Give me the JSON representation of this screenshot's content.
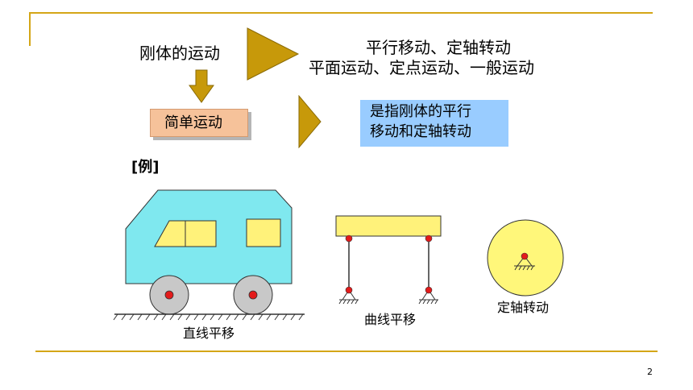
{
  "concept": {
    "rigid_body_motion": "刚体的运动",
    "simple_motion": "简单运动",
    "motions_line1": "平行移动、定轴转动",
    "motions_line2": "平面运动、定点运动、一般运动",
    "definition_line1": "是指刚体的平行",
    "definition_line2": "移动和定轴转动"
  },
  "example_label": "[例]",
  "figures": {
    "car_caption": "直线平移",
    "four_bar_caption": "曲线平移",
    "disc_caption": "定轴转动"
  },
  "page_number": "2",
  "colors": {
    "rule": "#d4a617",
    "arrow": "#c7990a",
    "simple_box": "#f6c29a",
    "definition_box": "#99ccff",
    "car_body": "#7fe8ef",
    "window": "#fff27a",
    "joint": "#e31b1b",
    "disc": "#fff77a"
  }
}
